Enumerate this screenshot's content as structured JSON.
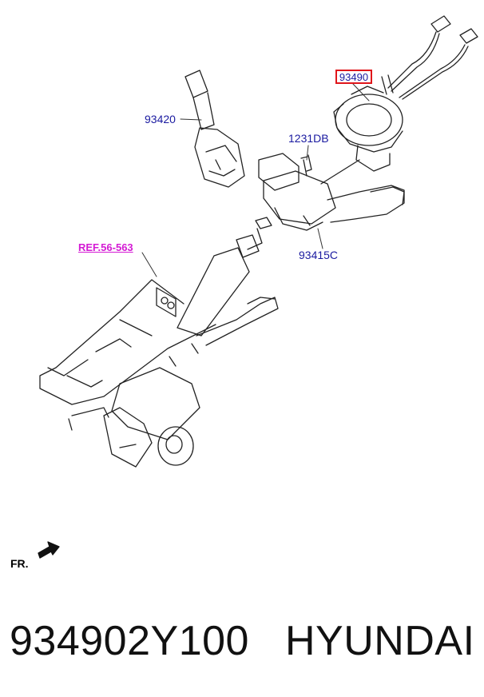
{
  "diagram": {
    "labels": {
      "clock_spring": "93490",
      "wiper_switch": "93420",
      "bolt": "1231DB",
      "multifunction_switch": "93415C",
      "reference": "REF.56-563",
      "front_indicator": "FR."
    },
    "highlight_color": "#e0161b",
    "label_color": "#1a1aa0",
    "reference_color": "#d41ad4"
  },
  "footer": {
    "part_number": "934902Y100",
    "brand": "HYUNDAI"
  }
}
